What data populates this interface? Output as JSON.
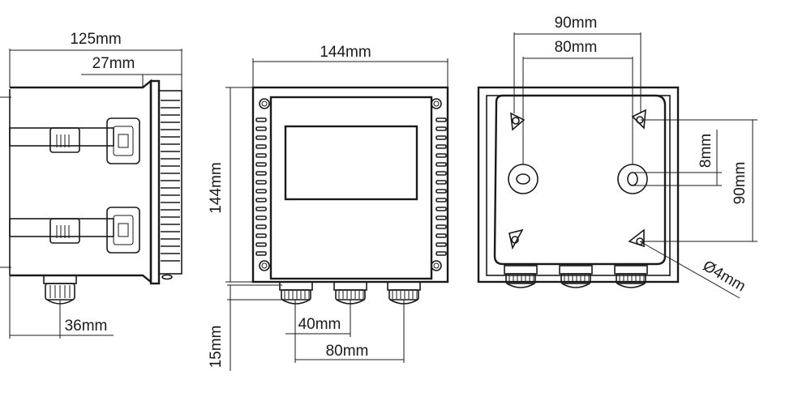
{
  "side_view": {
    "width_label": "125mm",
    "depth_label": "27mm",
    "gland_label": "36mm"
  },
  "front_view": {
    "width_label": "144mm",
    "height_label": "144mm",
    "gland_pitch_label": "40mm",
    "gland_span_label": "80mm",
    "gland_height_label": "15mm"
  },
  "back_view": {
    "outer_width_label": "90mm",
    "inner_width_label": "80mm",
    "hole_label": "8mm",
    "height_label": "90mm",
    "mount_hole_label": "Ø4mm"
  }
}
